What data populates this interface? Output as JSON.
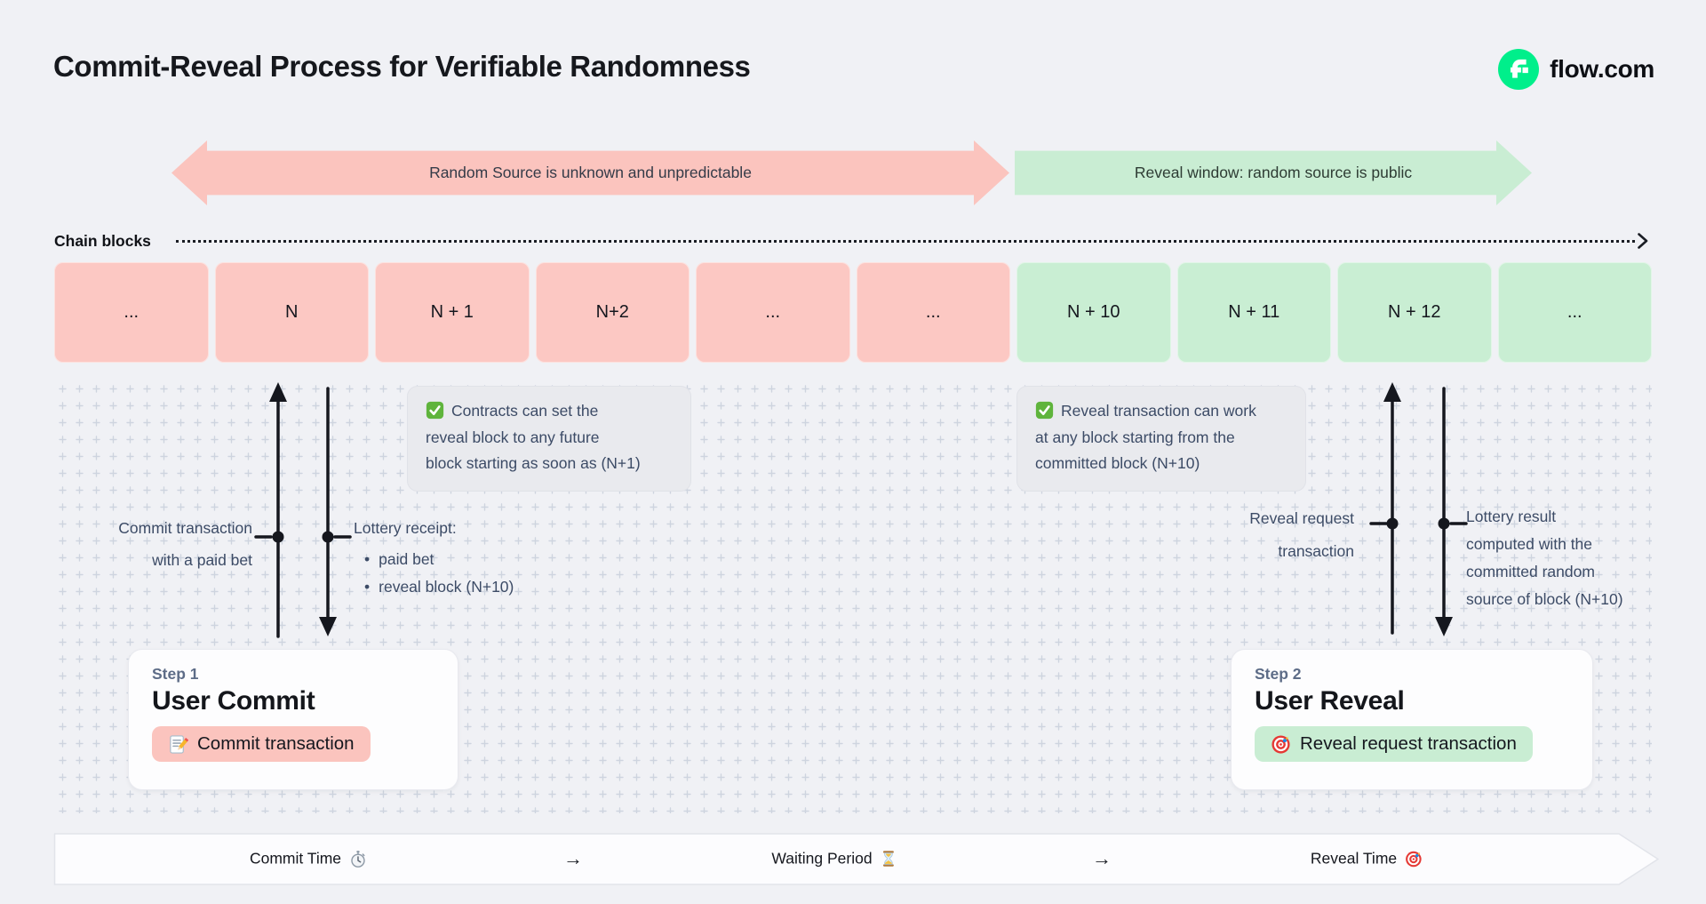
{
  "palette": {
    "background": "#f0f1f5",
    "pink": "#fbc4be",
    "green": "#c9edd3",
    "flow_green": "#00ef8b",
    "slate_text": "#3c4b66",
    "dark_text": "#15171e"
  },
  "header": {
    "title": "Commit-Reveal Process for Verifiable Randomness",
    "brand": "flow.com"
  },
  "banners": {
    "unpredictable": "Random Source is unknown and unpredictable",
    "reveal_window": "Reveal window: random source is public"
  },
  "chain": {
    "label": "Chain blocks",
    "blocks": [
      {
        "label": "...",
        "tone": "pink"
      },
      {
        "label": "N",
        "tone": "pink"
      },
      {
        "label": "N + 1",
        "tone": "pink"
      },
      {
        "label": "N+2",
        "tone": "pink"
      },
      {
        "label": "...",
        "tone": "pink"
      },
      {
        "label": "...",
        "tone": "pink"
      },
      {
        "label": "N + 10",
        "tone": "green"
      },
      {
        "label": "N + 11",
        "tone": "green"
      },
      {
        "label": "N + 12",
        "tone": "green"
      },
      {
        "label": "...",
        "tone": "green"
      }
    ]
  },
  "notes": {
    "commit_note": {
      "icon": "check-icon",
      "lines": [
        "Contracts can set the",
        "reveal block to any future",
        "block starting as soon as (N+1)"
      ]
    },
    "reveal_note": {
      "icon": "check-icon",
      "lines": [
        "Reveal transaction can work",
        "at any block starting from the",
        "committed block (N+10)"
      ]
    }
  },
  "annotations": {
    "commit_tx": {
      "lines": [
        "Commit transaction",
        "with a paid bet"
      ]
    },
    "lottery_receipt": {
      "title": "Lottery receipt:",
      "bullets": [
        "paid bet",
        "reveal block (N+10)"
      ]
    },
    "reveal_request": {
      "lines": [
        "Reveal request",
        "transaction"
      ]
    },
    "lottery_result": {
      "lines": [
        "Lottery result",
        "computed with the",
        "committed random",
        "source of block (N+10)"
      ]
    }
  },
  "steps": [
    {
      "eyebrow": "Step 1",
      "title": "User Commit",
      "action": "Commit transaction",
      "icon": "memo-icon"
    },
    {
      "eyebrow": "Step 2",
      "title": "User Reveal",
      "action": "Reveal request transaction",
      "icon": "target-icon"
    }
  ],
  "timeline": {
    "items": [
      {
        "label": "Commit Time",
        "icon": "stopwatch-icon"
      },
      {
        "label": "→"
      },
      {
        "label": "Waiting Period",
        "icon": "hourglass-icon"
      },
      {
        "label": "→"
      },
      {
        "label": "Reveal Time",
        "icon": "target-icon"
      }
    ]
  }
}
